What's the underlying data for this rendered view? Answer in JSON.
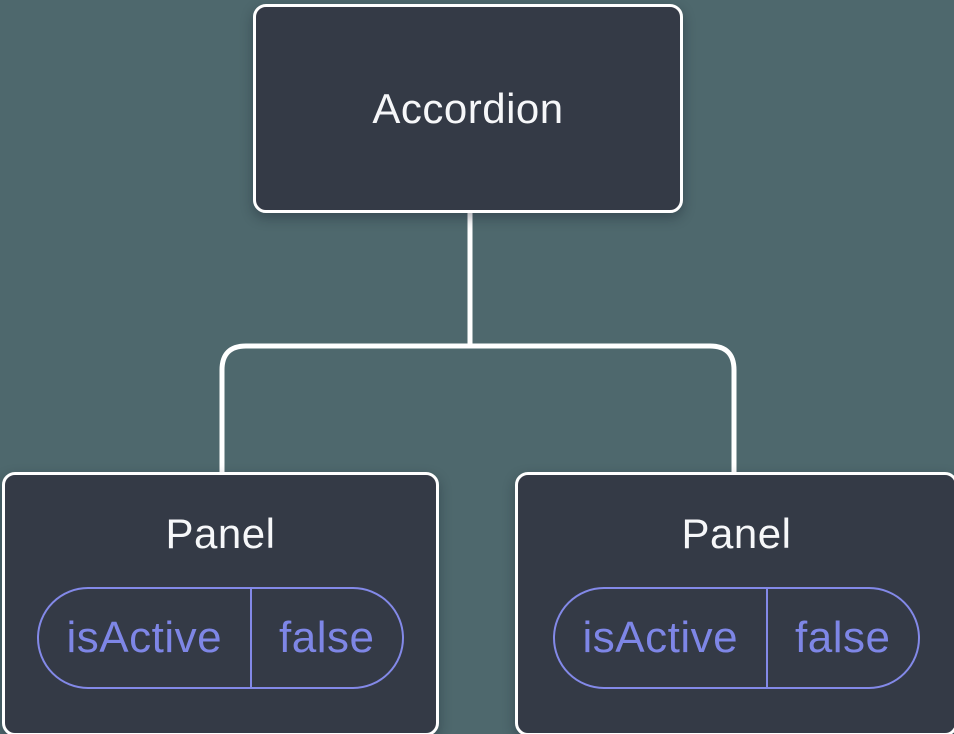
{
  "diagram": {
    "root": {
      "label": "Accordion"
    },
    "panels": [
      {
        "label": "Panel",
        "state": {
          "key": "isActive",
          "value": "false"
        }
      },
      {
        "label": "Panel",
        "state": {
          "key": "isActive",
          "value": "false"
        }
      }
    ],
    "colors": {
      "background": "#4E686D",
      "node_fill": "#343A46",
      "node_border": "#FFFFFF",
      "connector": "#FFFFFF",
      "title_text": "#F6F7F9",
      "state_accent": "#8389E8",
      "state_text": "#7E86E6"
    }
  }
}
